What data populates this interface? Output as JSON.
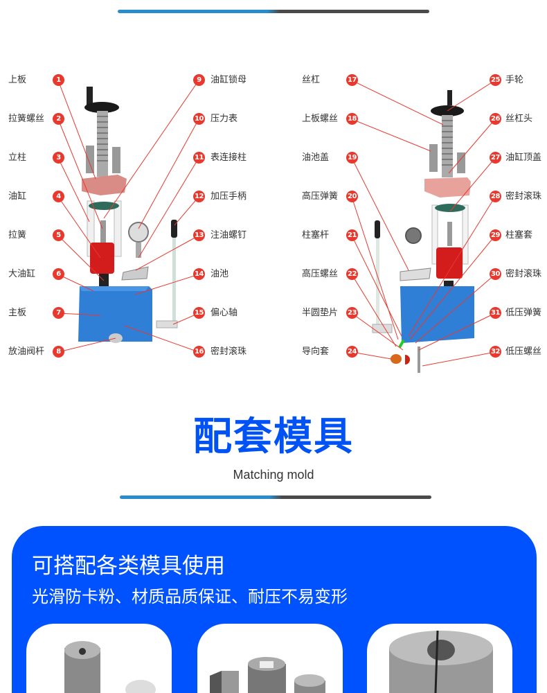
{
  "diagram_left": {
    "left_labels": [
      {
        "num": "1",
        "text": "上板"
      },
      {
        "num": "2",
        "text": "拉簧螺丝"
      },
      {
        "num": "3",
        "text": "立柱"
      },
      {
        "num": "4",
        "text": "油缸"
      },
      {
        "num": "5",
        "text": "拉簧"
      },
      {
        "num": "6",
        "text": "大油缸"
      },
      {
        "num": "7",
        "text": "主板"
      },
      {
        "num": "8",
        "text": "放油阀杆"
      }
    ],
    "right_labels": [
      {
        "num": "9",
        "text": "油缸锁母"
      },
      {
        "num": "10",
        "text": "压力表"
      },
      {
        "num": "11",
        "text": "表连接柱"
      },
      {
        "num": "12",
        "text": "加压手柄"
      },
      {
        "num": "13",
        "text": "注油螺钉"
      },
      {
        "num": "14",
        "text": "油池"
      },
      {
        "num": "15",
        "text": "偏心轴"
      },
      {
        "num": "16",
        "text": "密封滚珠"
      }
    ]
  },
  "diagram_right": {
    "left_labels": [
      {
        "num": "17",
        "text": "丝杠"
      },
      {
        "num": "18",
        "text": "上板螺丝"
      },
      {
        "num": "19",
        "text": "油池盖"
      },
      {
        "num": "20",
        "text": "高压弹簧"
      },
      {
        "num": "21",
        "text": "柱塞杆"
      },
      {
        "num": "22",
        "text": "高压螺丝"
      },
      {
        "num": "23",
        "text": "半圆垫片"
      },
      {
        "num": "24",
        "text": "导向套"
      }
    ],
    "right_labels": [
      {
        "num": "25",
        "text": "手轮"
      },
      {
        "num": "26",
        "text": "丝杠头"
      },
      {
        "num": "27",
        "text": "油缸顶盖"
      },
      {
        "num": "28",
        "text": "密封滚珠"
      },
      {
        "num": "29",
        "text": "柱塞套"
      },
      {
        "num": "30",
        "text": "密封滚珠"
      },
      {
        "num": "31",
        "text": "低压弹簧"
      },
      {
        "num": "32",
        "text": "低压螺丝"
      }
    ]
  },
  "section": {
    "title": "配套模具",
    "subtitle": "Matching mold"
  },
  "panel": {
    "heading": "可搭配各类模具使用",
    "subheading": "光滑防卡粉、材质品质保证、耐压不易变形"
  },
  "colors": {
    "accent": "#0052ff",
    "callout": "#e8392f",
    "base": "#2f7fd6"
  }
}
